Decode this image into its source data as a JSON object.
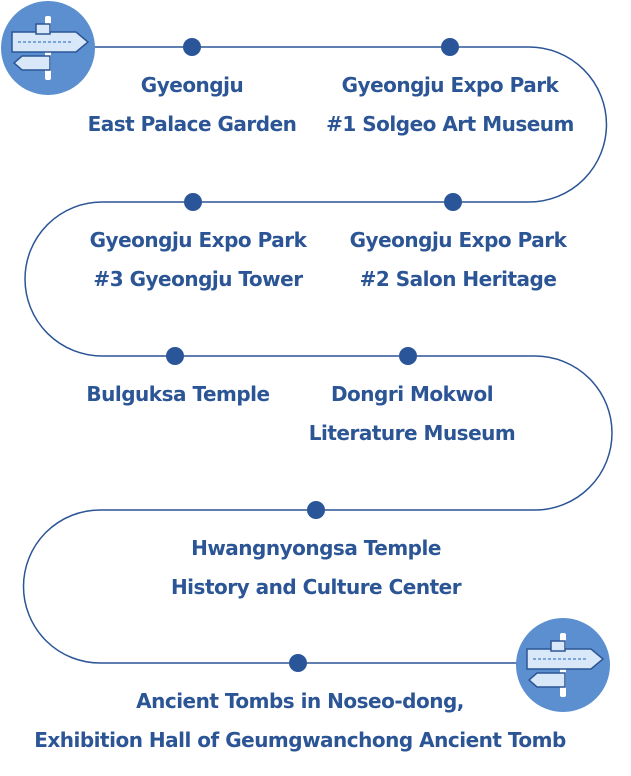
{
  "colors": {
    "route_line": "#2c5596",
    "stop_dot": "#2a5699",
    "label_text": "#2c5596",
    "signpost_badge": "#5b8fd0",
    "signpost_plank": "#d9e8f8"
  },
  "icons": {
    "start": "signpost-icon",
    "end": "signpost-icon"
  },
  "stops": [
    {
      "lines": [
        "Gyeongju",
        "East Palace Garden"
      ]
    },
    {
      "lines": [
        "Gyeongju Expo Park",
        "#1   Solgeo Art Museum"
      ]
    },
    {
      "lines": [
        "Gyeongju Expo Park",
        "#2 Salon Heritage"
      ]
    },
    {
      "lines": [
        "Gyeongju Expo Park",
        "#3 Gyeongju Tower"
      ]
    },
    {
      "lines": [
        "Bulguksa Temple"
      ]
    },
    {
      "lines": [
        "Dongri Mokwol",
        "Literature Museum"
      ]
    },
    {
      "lines": [
        "Hwangnyongsa Temple",
        "History and Culture Center"
      ]
    },
    {
      "lines": [
        "Ancient Tombs in Noseo-dong,",
        "Exhibition Hall of Geumgwanchong Ancient Tomb"
      ]
    }
  ]
}
